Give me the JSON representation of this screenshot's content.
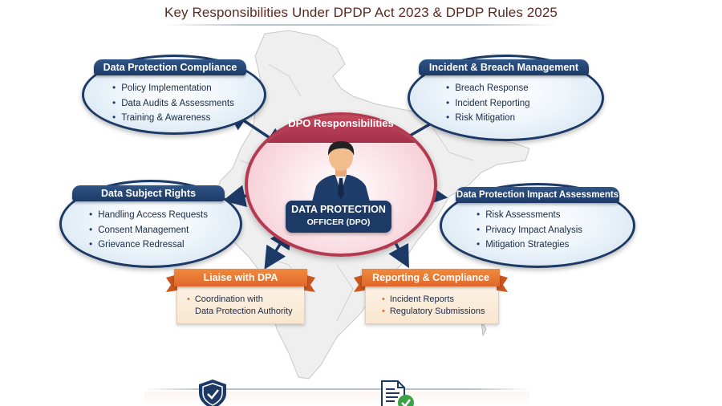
{
  "title": "Key Responsibilities Under DPDP Act 2023 & DPDP Rules 2025",
  "center": {
    "title": "DPO Responsibilities",
    "label_line1": "DATA PROTECTION",
    "label_line2": "OFFICER (DPO)",
    "icon": "person-icon"
  },
  "nodes": {
    "compliance": {
      "title": "Data Protection Compliance",
      "items": [
        "Policy Implementation",
        "Data Audits & Assessments",
        "Training & Awareness"
      ]
    },
    "incident": {
      "title": "Incident & Breach Management",
      "items": [
        "Breach Response",
        "Incident Reporting",
        "Risk Mitigation"
      ]
    },
    "rights": {
      "title": "Data Subject Rights",
      "items": [
        "Handling Access Requests",
        "Consent Management",
        "Grievance Redressal"
      ]
    },
    "dpia": {
      "title": "Data Protection Impact Assessments",
      "items": [
        "Risk Assessments",
        "Privacy Impact Analysis",
        "Mitigation Strategies"
      ]
    },
    "liaise": {
      "title": "Liaise with DPA",
      "items": [
        "Coordination with",
        "Data Protection Authority"
      ]
    },
    "reporting": {
      "title": "Reporting & Compliance",
      "items": [
        "Incident Reports",
        "Regulatory Submissions"
      ]
    }
  },
  "footer_icons": [
    "shield-check-icon",
    "document-check-icon"
  ],
  "colors": {
    "navy": "#1d3a66",
    "crimson": "#b33a4f",
    "orange": "#e86f2f",
    "title": "#5a2a22",
    "green": "#3aa345"
  }
}
